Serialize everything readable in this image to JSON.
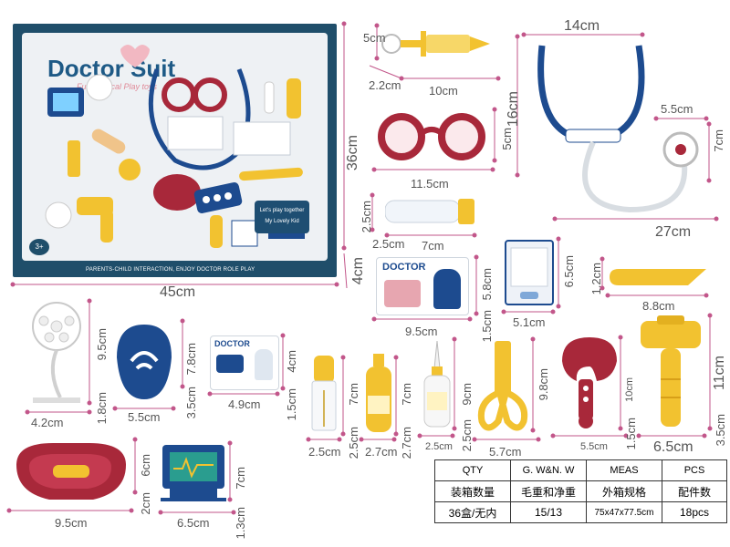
{
  "package": {
    "brand": "Doctor Suit",
    "subtitle": "Fun Medical Play toys",
    "badge": "3+",
    "bottom_text": "PARENTS-CHILD INTERACTION, ENJOY DOCTOR ROLE PLAY",
    "side_line1": "Let's play together",
    "side_line2": "My Lovely Kid",
    "width": "45cm",
    "height": "36cm",
    "depth": "4cm"
  },
  "items": {
    "syringe": {
      "w": "10cm",
      "h": "5cm",
      "d": "2.2cm"
    },
    "glasses": {
      "w": "11.5cm",
      "h": "5cm"
    },
    "stethoscope": {
      "w": "14cm",
      "h": "16cm",
      "chest_w": "5.5cm",
      "chest_h": "7cm",
      "length": "27cm"
    },
    "test_tube": {
      "w": "7cm",
      "h": "2.5cm",
      "d": "2.5cm"
    },
    "card": {
      "title": "DOCTOR",
      "w": "9.5cm",
      "h": "5.8cm",
      "d": "1.5cm"
    },
    "badge_card": {
      "w": "5.1cm",
      "h": "6.5cm"
    },
    "thermometer": {
      "w": "8.8cm",
      "h": "1.2cm"
    },
    "lamp": {
      "w": "4.2cm",
      "h": "9.5cm",
      "d": "1.8cm"
    },
    "ear_piece": {
      "w": "5.5cm",
      "h": "7.8cm",
      "d": "3.5cm"
    },
    "mini_card": {
      "title": "DOCTOR",
      "w": "4.9cm",
      "h": "4cm",
      "d": "1.5cm"
    },
    "vial": {
      "w": "2.5cm",
      "h": "7cm",
      "d": "2.5cm"
    },
    "bottle_yellow": {
      "w": "2.7cm",
      "h": "7cm",
      "d": "2.7cm"
    },
    "bottle_white": {
      "w": "2.5cm",
      "h": "9cm",
      "d": "2.5cm"
    },
    "scissors": {
      "w": "5.7cm",
      "h": "9.8cm"
    },
    "reflex": {
      "w": "5.5cm",
      "h": "10cm",
      "d": "1.5cm"
    },
    "hammer": {
      "w": "6.5cm",
      "h": "11cm",
      "d": "3.5cm"
    },
    "tray": {
      "w": "9.5cm",
      "h": "6cm",
      "d": "2cm"
    },
    "monitor": {
      "w": "6.5cm",
      "h": "7cm",
      "d": "1.3cm"
    }
  },
  "spec": {
    "headers_en": [
      "QTY",
      "G. W&N. W",
      "MEAS",
      "PCS"
    ],
    "headers_cn": [
      "装箱数量",
      "毛重和净重",
      "外箱规格",
      "配件数"
    ],
    "values": [
      "36盒/无内",
      "15/13",
      "75x47x77.5cm",
      "18pcs"
    ]
  },
  "colors": {
    "navy": "#1f4e6a",
    "yellow": "#f2c230",
    "maroon": "#a8283a",
    "blue": "#1d4b8f",
    "dim_line": "#c2568a"
  }
}
